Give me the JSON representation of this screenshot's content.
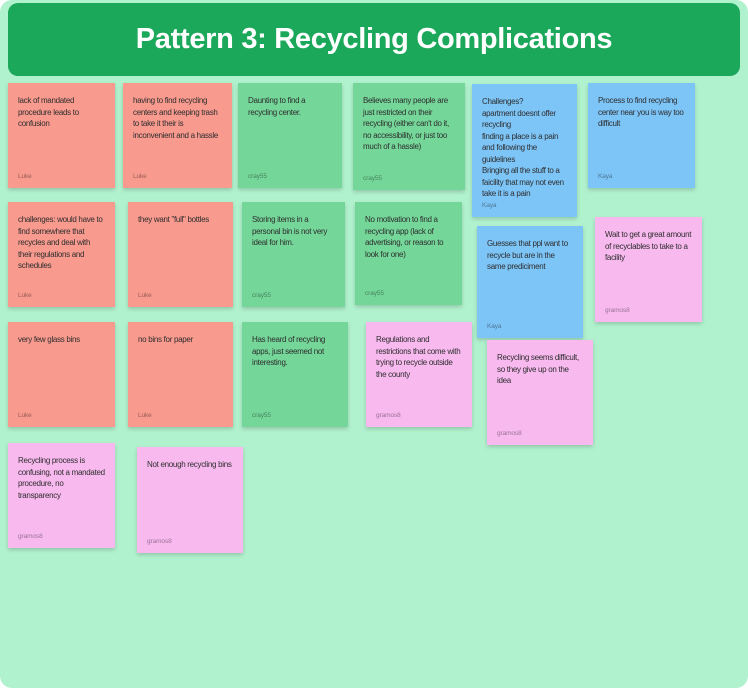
{
  "title": "Pattern 3: Recycling Complications",
  "colors": {
    "header_green": "#1ba85a",
    "canvas_mint": "#b1f2ce",
    "note_salmon": "#f89a8e",
    "note_green": "#74d698",
    "note_blue": "#7dc4f7",
    "note_pink": "#f8b9ef",
    "note_text": "#2e2e2e",
    "title_text": "#ffffff"
  },
  "notes": [
    {
      "text": "lack of mandated procedure leads to confusion",
      "author": "Luke",
      "color": "salmon"
    },
    {
      "text": "having to find recycling centers and keeping trash to take it their is inconvenient and a hassle",
      "author": "Luke",
      "color": "salmon"
    },
    {
      "text": "Daunting to find a recycling center.",
      "author": "cray55",
      "color": "green"
    },
    {
      "text": "Believes many people are just restricted on their recycling (either can't do it, no accessibility, or just too much of a hassle)",
      "author": "cray55",
      "color": "green"
    },
    {
      "text": "Challenges?\napartment doesnt offer recycling\nfinding a place is a pain and following the guidelines\nBringing all the stuff to a faicility that may not even take it is a pain",
      "author": "Kaya",
      "color": "blue"
    },
    {
      "text": "Process to find recycling center near you is way too difficult",
      "author": "Kaya",
      "color": "blue"
    },
    {
      "text": "challenges: would have to find somewhere that recycles and deal with their regulations and schedules",
      "author": "Luke",
      "color": "salmon"
    },
    {
      "text": "they want \"full\" bottles",
      "author": "Luke",
      "color": "salmon"
    },
    {
      "text": "Storing items in a personal bin is not very ideal for him.",
      "author": "cray55",
      "color": "green"
    },
    {
      "text": "No motivation to find a recycling app (lack of advertising, or reason to look for one)",
      "author": "cray55",
      "color": "green"
    },
    {
      "text": "Guesses that ppl want to recycle but are in the same prediciment",
      "author": "Kaya",
      "color": "blue"
    },
    {
      "text": "Wait to get a great amount of recyclables to take to a facility",
      "author": "gramos8",
      "color": "pink"
    },
    {
      "text": "very few glass bins",
      "author": "Luke",
      "color": "salmon"
    },
    {
      "text": "no bins for paper",
      "author": "Luke",
      "color": "salmon"
    },
    {
      "text": "Has heard of recycling apps, just seemed not interesting.",
      "author": "cray55",
      "color": "green"
    },
    {
      "text": "Regulations and restrictions that come with trying to recycle outside the county",
      "author": "gramos8",
      "color": "pink"
    },
    {
      "text": "Recycling seems difficult, so they give up on the idea",
      "author": "gramos8",
      "color": "pink"
    },
    {
      "text": "Recycling process is confusing, not a mandated procedure, no transparency",
      "author": "gramos8",
      "color": "pink"
    },
    {
      "text": "Not enough recycling bins",
      "author": "gramos8",
      "color": "pink"
    }
  ]
}
